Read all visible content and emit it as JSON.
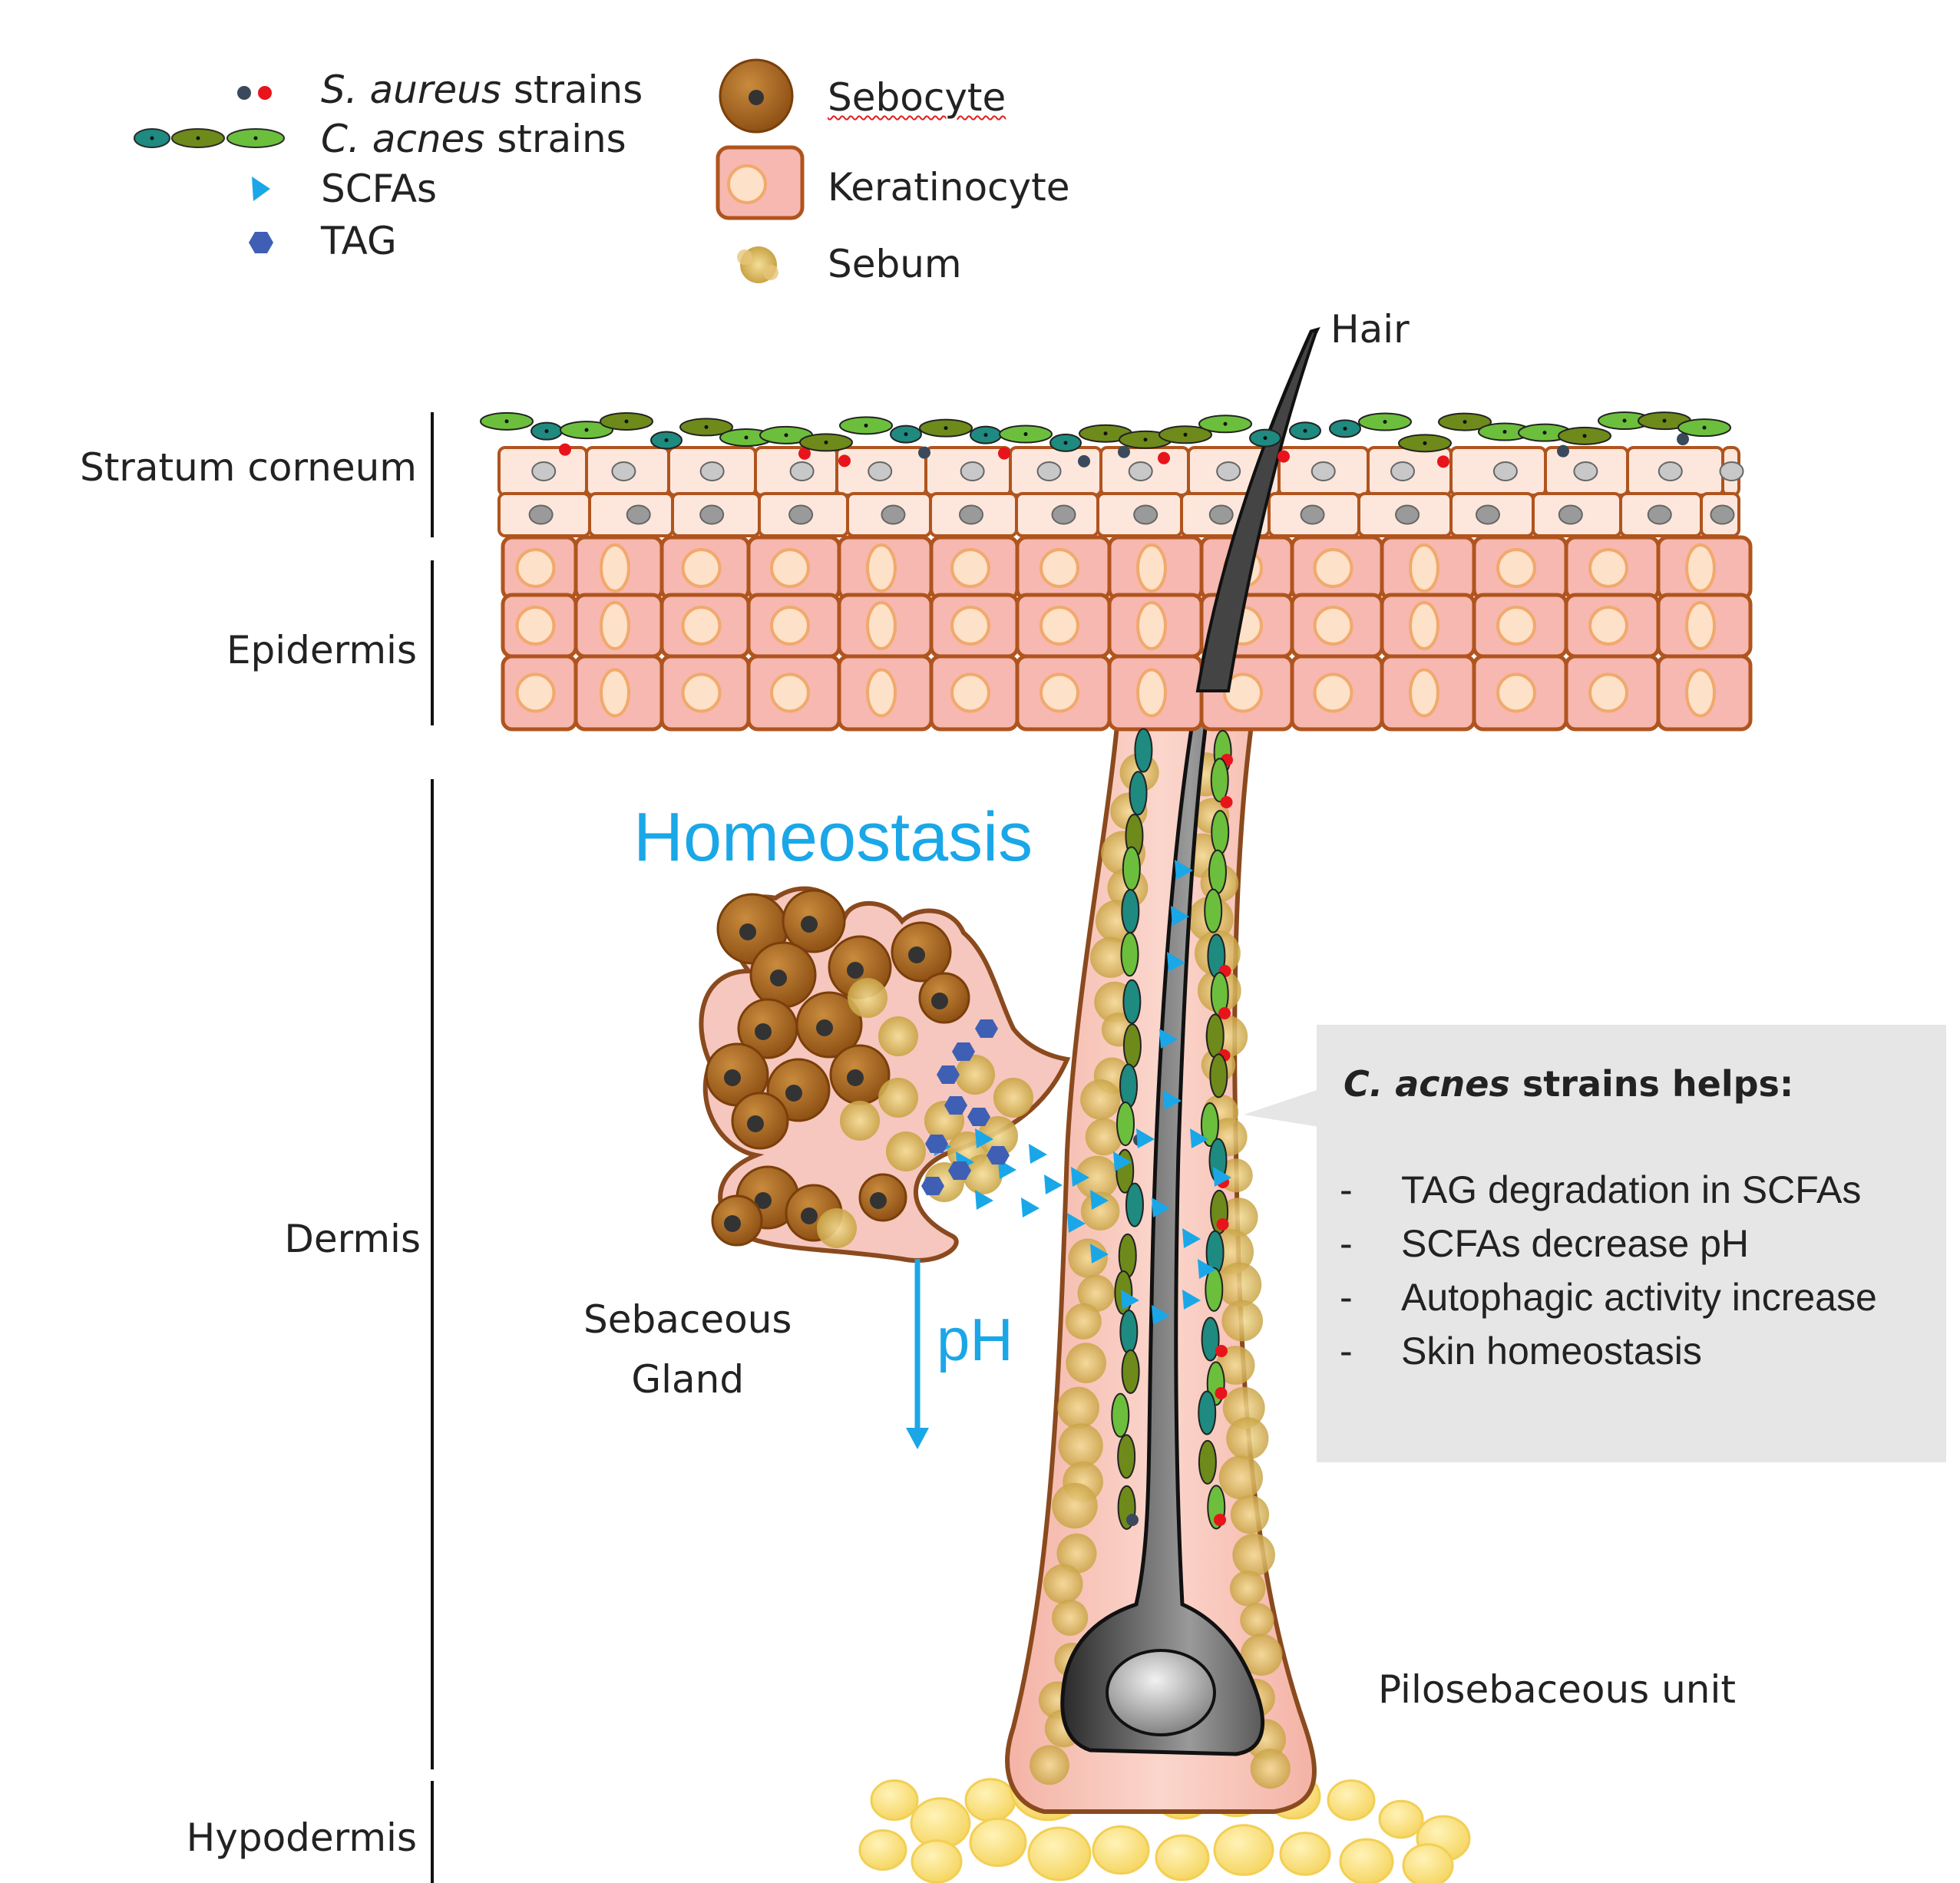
{
  "legend": {
    "s_aureus": {
      "italic": "S. aureus",
      "rest": " strains"
    },
    "c_acnes": {
      "italic": "C. acnes",
      "rest": " strains"
    },
    "scfas": "SCFAs",
    "tag": "TAG",
    "sebocyte": "Sebocyte",
    "keratinocyte": "Keratinocyte",
    "sebum": "Sebum"
  },
  "layers": {
    "stratum_corneum": "Stratum corneum",
    "epidermis": "Epidermis",
    "dermis": "Dermis",
    "hypodermis": "Hypodermis"
  },
  "labels": {
    "hair": "Hair",
    "homeostasis": "Homeostasis",
    "ph": "pH",
    "sebaceous_gland_line1": "Sebaceous",
    "sebaceous_gland_line2": "Gland",
    "pilosebaceous": "Pilosebaceous unit"
  },
  "callout": {
    "title_italic": "C. acnes",
    "title_rest": " strains helps:",
    "items": [
      "TAG degradation in SCFAs",
      "SCFAs decrease pH",
      "Autophagic activity increase",
      "Skin homeostasis"
    ]
  },
  "colors": {
    "scfa": "#1aa7e8",
    "tag": "#3f5fb4",
    "s_aureus_red": "#e8141c",
    "s_aureus_gray": "#3a4a5c",
    "c_acnes_green": "#6cbf3c",
    "c_acnes_olive": "#6e8a1a",
    "c_acnes_teal": "#1e8a80",
    "sebocyte": "#a9651f",
    "keratinocyte_fill": "#f6b8b0",
    "keratinocyte_border": "#b0541e",
    "sebum": "#d9b75a",
    "hypodermis_fat": "#fde58a",
    "hair": "#111111",
    "text_accent": "#1aa7e8"
  }
}
